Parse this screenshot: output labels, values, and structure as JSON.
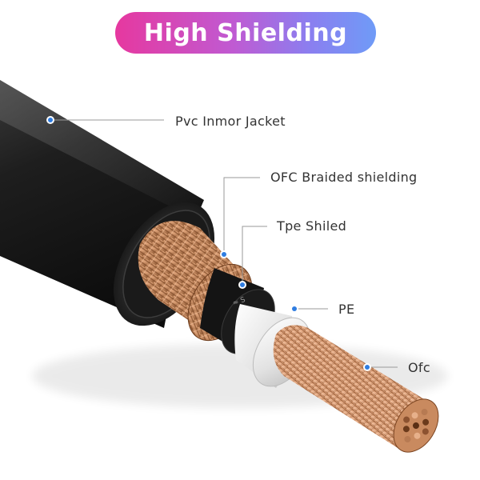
{
  "title": "High Shielding",
  "layers": {
    "jacket": "Pvc Inmor Jacket",
    "braid": "OFC Braided shielding",
    "tpe": "Tpe Shiled",
    "pe": "PE",
    "core": "Ofc"
  },
  "colors": {
    "title_gradient_start": "#e6389f",
    "title_gradient_end": "#6f9bf7",
    "jacket": "#1c1c1c",
    "braid": "#c98a5a",
    "tpe": "#151515",
    "pe": "#e8e8e8",
    "core": "#d49a72",
    "marker": "#2f7de1"
  }
}
